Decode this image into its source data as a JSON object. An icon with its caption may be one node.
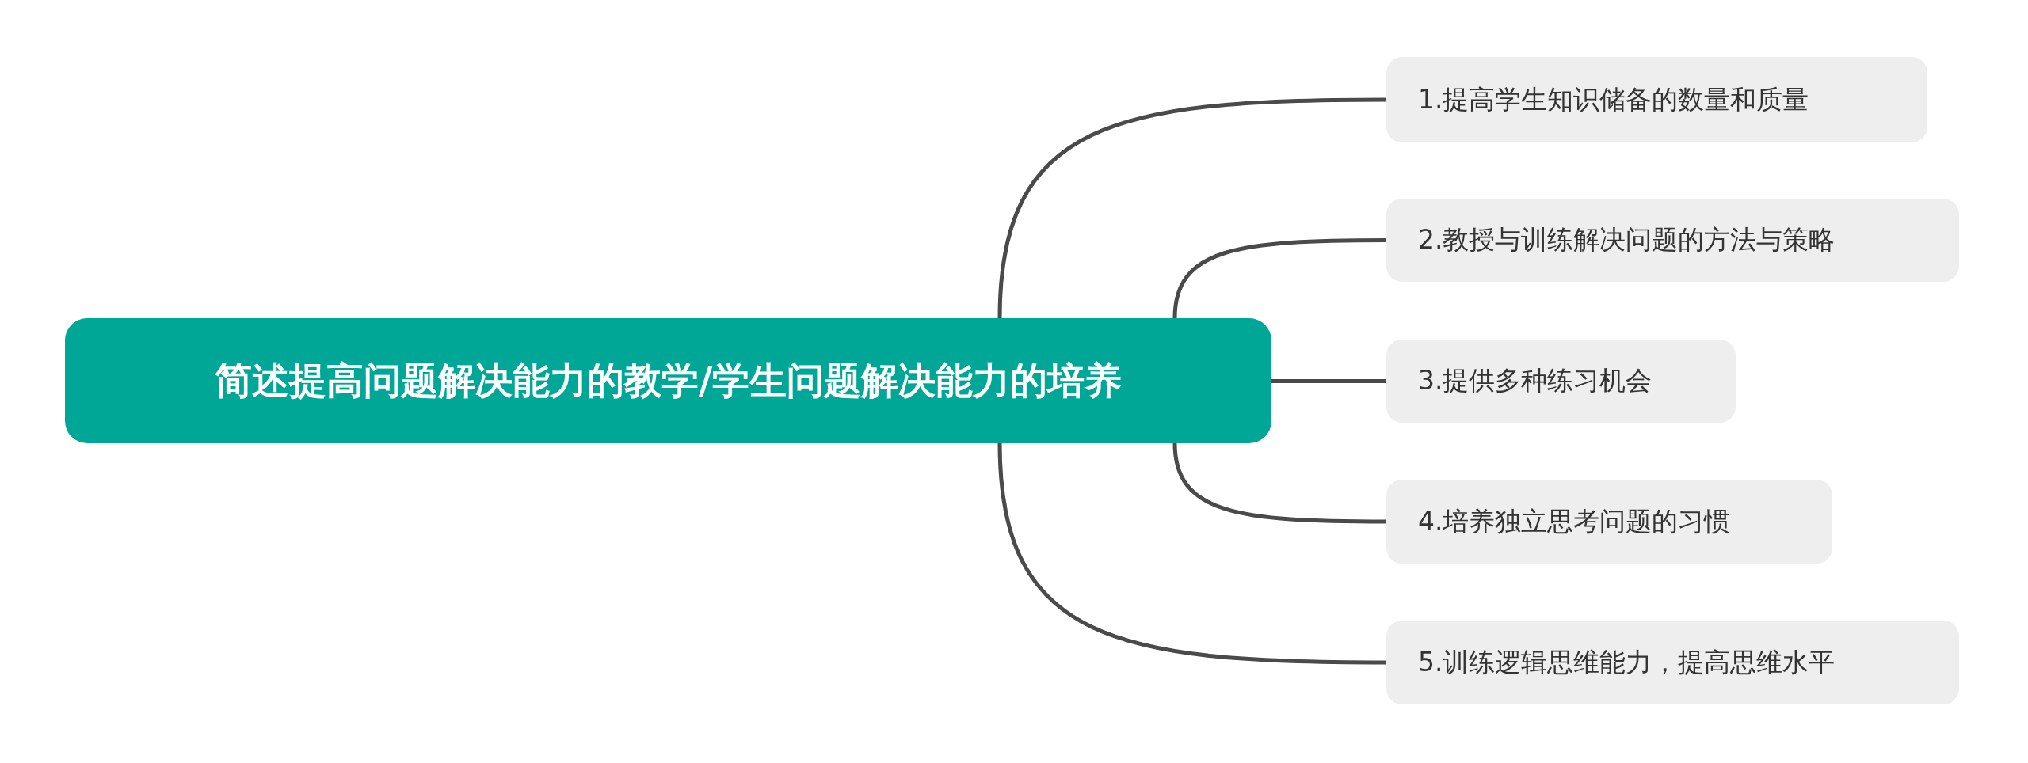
{
  "diagram": {
    "nodes": [
      {
        "text": [
          "简述提高问题解决能力的教学/学生问题解决能力的培养"
        ]
      },
      {
        "text": [
          "1.提高学生知识储备的数量和质量"
        ]
      },
      {
        "text": [
          "2.教授与训练解决问题的方法与策略"
        ]
      },
      {
        "text": [
          "3.提供多种练习机会"
        ]
      },
      {
        "text": [
          "4.培养独立思考问题的习惯"
        ]
      },
      {
        "text": [
          "5.训练逻辑思维能力，提高思维水平"
        ]
      }
    ],
    "edges": [
      {
        "from": 0,
        "to": 1,
        "arrow": "none"
      },
      {
        "from": 0,
        "to": 2,
        "arrow": "none"
      },
      {
        "from": 0,
        "to": 3,
        "arrow": "none"
      },
      {
        "from": 0,
        "to": 4,
        "arrow": "none"
      },
      {
        "from": 0,
        "to": 5,
        "arrow": "none"
      }
    ]
  }
}
